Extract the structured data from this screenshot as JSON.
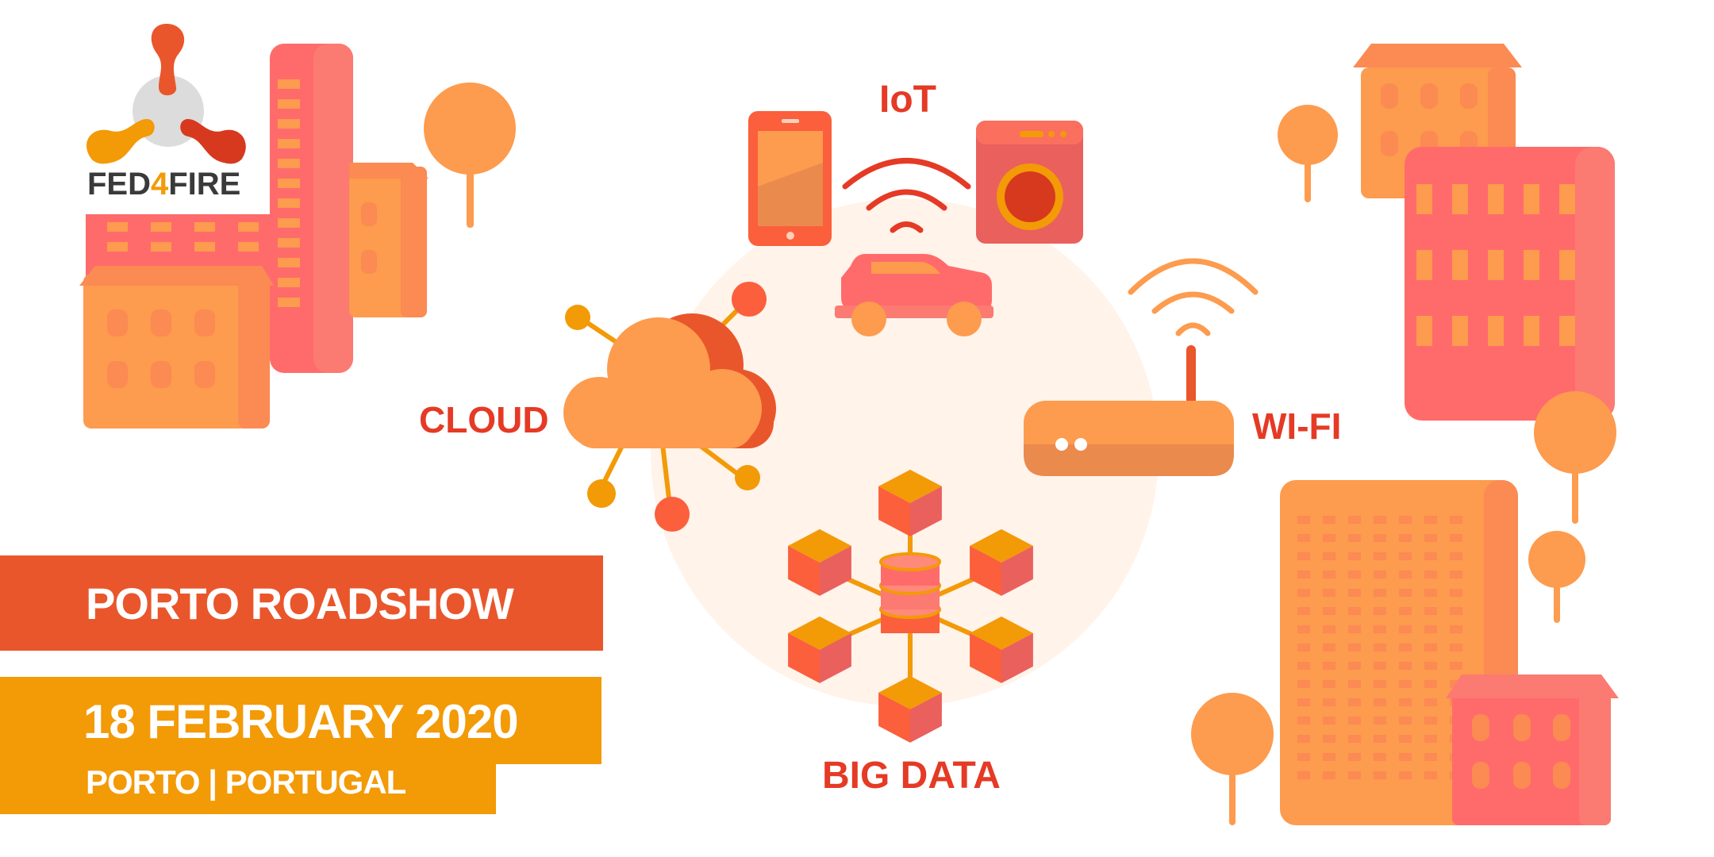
{
  "logo": {
    "prefix": "FED",
    "digit": "4",
    "suffix": "FIRE"
  },
  "banner": {
    "title": "PORTO ROADSHOW",
    "date": "18 FEBRUARY 2020",
    "place": "PORTO | PORTUGAL"
  },
  "labels": {
    "iot": "IoT",
    "cloud": "CLOUD",
    "wifi": "WI-FI",
    "big_data": "BIG DATA"
  },
  "colors": {
    "red_orange": "#e9562b",
    "orange": "#f39a07",
    "coral": "#ff6b6b",
    "peach": "#fd9b4e",
    "label_red": "#e53a25",
    "circle_bg": "#fff3ea"
  }
}
